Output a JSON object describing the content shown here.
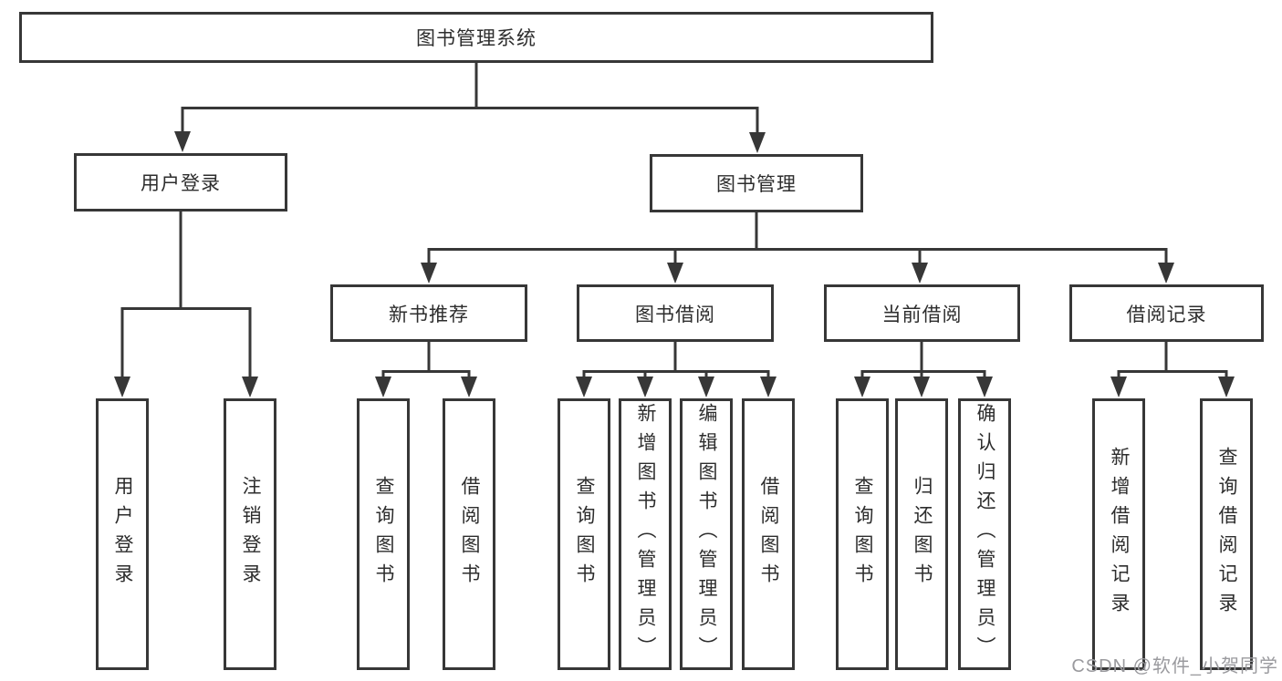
{
  "diagram": {
    "root": {
      "label": "图书管理系统",
      "children": [
        {
          "label": "用户登录",
          "children": [
            {
              "label": "用户登录"
            },
            {
              "label": "注销登录"
            }
          ]
        },
        {
          "label": "图书管理",
          "children": [
            {
              "label": "新书推荐",
              "children": [
                {
                  "label": "查询图书"
                },
                {
                  "label": "借阅图书"
                }
              ]
            },
            {
              "label": "图书借阅",
              "children": [
                {
                  "label": "查询图书"
                },
                {
                  "label": "新增图书（管理员）"
                },
                {
                  "label": "编辑图书（管理员）"
                },
                {
                  "label": "借阅图书"
                }
              ]
            },
            {
              "label": "当前借阅",
              "children": [
                {
                  "label": "查询图书"
                },
                {
                  "label": "归还图书"
                },
                {
                  "label": "确认归还（管理员）"
                }
              ]
            },
            {
              "label": "借阅记录",
              "children": [
                {
                  "label": "新增借阅记录"
                },
                {
                  "label": "查询借阅记录"
                }
              ]
            }
          ]
        }
      ]
    }
  },
  "colors": {
    "line": "#373737",
    "box_background": "#ffffff",
    "text": "#2d2d2d",
    "watermark": "#9a9a9e"
  },
  "watermark": {
    "text": "CSDN @软件_小贺同学"
  }
}
